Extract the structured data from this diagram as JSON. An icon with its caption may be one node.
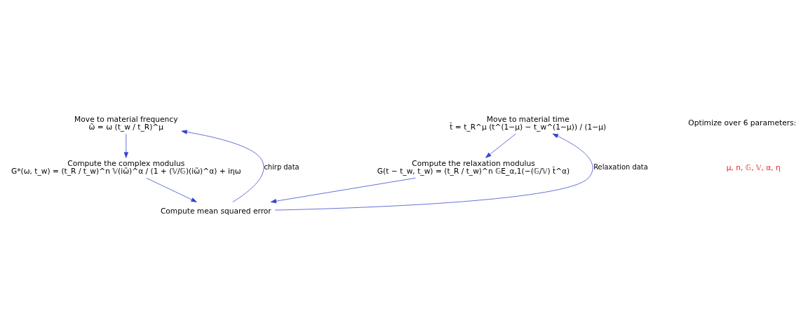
{
  "diagram": {
    "nodes": [
      {
        "text": [
          "Move to material frequency",
          "ω̃ = ω (t_w / t_R)^μ"
        ]
      },
      {
        "text": [
          "Move to material time",
          "t̃ = t_R^μ (t^(1−μ) − t_w^(1−μ)) / (1−μ)"
        ]
      },
      {
        "text": [
          "Compute the complex modulus",
          "G*(ω, t_w) = (t_R / t_w)^n 𝕍(iω̃)^α / (1 + (𝕍/𝔾)(iω̃)^α) + iηω"
        ]
      },
      {
        "text": [
          "Compute the relaxation modulus",
          "G(t − t_w, t_w) = (t_R / t_w)^n 𝔾E_α,1(−(𝔾/𝕍) t̃^α)"
        ]
      },
      {
        "text": [
          "Compute mean squared error"
        ]
      }
    ],
    "edges": [
      {
        "from": 4,
        "to": 0,
        "arrow": "to",
        "label": "chirp data"
      },
      {
        "from": 4,
        "to": 1,
        "arrow": "to",
        "label": "Relaxation data"
      },
      {
        "from": 0,
        "to": 2,
        "arrow": "to"
      },
      {
        "from": 1,
        "to": 3,
        "arrow": "to"
      },
      {
        "from": 2,
        "to": 4,
        "arrow": "to"
      },
      {
        "from": 3,
        "to": 4,
        "arrow": "to"
      }
    ],
    "labels": [
      "Optimize over 6 parameters:",
      "μ, n, 𝔾, 𝕍, α, η"
    ]
  }
}
